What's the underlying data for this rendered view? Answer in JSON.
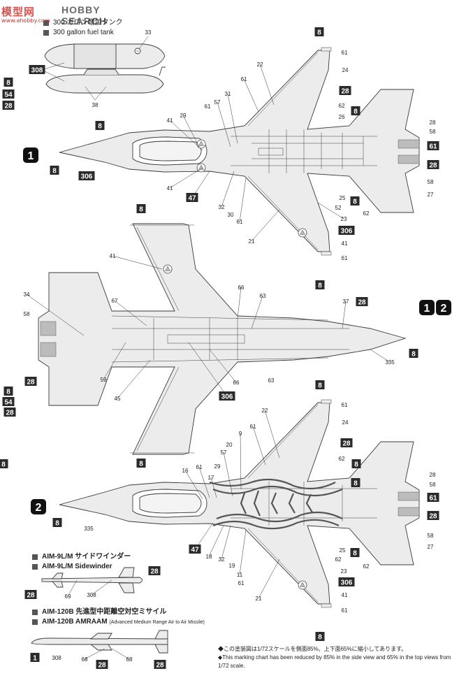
{
  "watermark": {
    "logo": "模型网",
    "search": "HOBBY SEARCH",
    "url": "www.ahobby.com"
  },
  "fuel_tank": {
    "title_jp": "300 ガロン増加タンク",
    "title_en": "300 gallon fuel tank"
  },
  "aim9": {
    "title_jp": "AIM-9L/M サイドワインダー",
    "title_en": "AIM-9L/M Sidewinder"
  },
  "aim120": {
    "title_jp": "AIM-120B 先進型中距離空対空ミサイル",
    "title_en": "AIM-120B AMRAAM",
    "subtitle": "(Advanced Medium Range Air to Air Missile)"
  },
  "note": {
    "jp": "◆この塗装図は1/72スケールを側面85%、上下面65%に縮小してあります。",
    "en": "◆This marking chart has been reduced by 85% in the side view and 65% in the top views from 1/72 scale."
  },
  "colors": {
    "fill": "#ececec",
    "stroke": "#3a3a3a",
    "box": "#2b2b2b",
    "tiger": "#555555"
  },
  "version_markers": [
    {
      "id": "1",
      "label": "1"
    },
    {
      "id": "2",
      "label": "2"
    },
    {
      "id": "12",
      "label": "1 2"
    }
  ],
  "callouts": [
    {
      "text": "33"
    },
    {
      "text": "308",
      "boxed": true
    },
    {
      "text": "38"
    },
    {
      "text": "8",
      "boxed": true
    },
    {
      "text": "61"
    },
    {
      "text": "22"
    },
    {
      "text": "24"
    },
    {
      "text": "61"
    },
    {
      "text": "31"
    },
    {
      "text": "28",
      "boxed": true
    },
    {
      "text": "57"
    },
    {
      "text": "61"
    },
    {
      "text": "62"
    },
    {
      "text": "29"
    },
    {
      "text": "26"
    },
    {
      "text": "41"
    },
    {
      "text": "8",
      "boxed": true
    },
    {
      "text": "28"
    },
    {
      "text": "58"
    },
    {
      "text": "8",
      "boxed": true
    },
    {
      "text": "61",
      "boxed": true
    },
    {
      "text": "28",
      "boxed": true
    },
    {
      "text": "8",
      "boxed": true
    },
    {
      "text": "306",
      "boxed": true
    },
    {
      "text": "41"
    },
    {
      "text": "47",
      "boxed": true
    },
    {
      "text": "25"
    },
    {
      "text": "58"
    },
    {
      "text": "27"
    },
    {
      "text": "8",
      "boxed": true
    },
    {
      "text": "32"
    },
    {
      "text": "30"
    },
    {
      "text": "52"
    },
    {
      "text": "62"
    },
    {
      "text": "61"
    },
    {
      "text": "23"
    },
    {
      "text": "21"
    },
    {
      "text": "306",
      "boxed": true
    },
    {
      "text": "41"
    },
    {
      "text": "61"
    },
    {
      "text": "8",
      "boxed": true
    },
    {
      "text": "8",
      "boxed": true
    },
    {
      "text": "41"
    },
    {
      "text": "34"
    },
    {
      "text": "66"
    },
    {
      "text": "63"
    },
    {
      "text": "58"
    },
    {
      "text": "67"
    },
    {
      "text": "37"
    },
    {
      "text": "28",
      "boxed": true
    },
    {
      "text": "8",
      "boxed": true
    },
    {
      "text": "335"
    },
    {
      "text": "28",
      "boxed": true
    },
    {
      "text": "59"
    },
    {
      "text": "66"
    },
    {
      "text": "63"
    },
    {
      "text": "45"
    },
    {
      "text": "306",
      "boxed": true
    },
    {
      "text": "8",
      "boxed": true
    },
    {
      "text": "8",
      "boxed": true
    },
    {
      "text": "61"
    },
    {
      "text": "22"
    },
    {
      "text": "24"
    },
    {
      "text": "61"
    },
    {
      "text": "9"
    },
    {
      "text": "28",
      "boxed": true
    },
    {
      "text": "57"
    },
    {
      "text": "20"
    },
    {
      "text": "62"
    },
    {
      "text": "16"
    },
    {
      "text": "61"
    },
    {
      "text": "17"
    },
    {
      "text": "29"
    },
    {
      "text": "8",
      "boxed": true
    },
    {
      "text": "28"
    },
    {
      "text": "58"
    },
    {
      "text": "8",
      "boxed": true
    },
    {
      "text": "61",
      "boxed": true
    },
    {
      "text": "28",
      "boxed": true
    },
    {
      "text": "8",
      "boxed": true
    },
    {
      "text": "335"
    },
    {
      "text": "47",
      "boxed": true
    },
    {
      "text": "18"
    },
    {
      "text": "32"
    },
    {
      "text": "19"
    },
    {
      "text": "11"
    },
    {
      "text": "61"
    },
    {
      "text": "25"
    },
    {
      "text": "58"
    },
    {
      "text": "27"
    },
    {
      "text": "8",
      "boxed": true
    },
    {
      "text": "62"
    },
    {
      "text": "62"
    },
    {
      "text": "23"
    },
    {
      "text": "306",
      "boxed": true
    },
    {
      "text": "21"
    },
    {
      "text": "41"
    },
    {
      "text": "61"
    },
    {
      "text": "8",
      "boxed": true
    },
    {
      "text": "28",
      "boxed": true
    },
    {
      "text": "28",
      "boxed": true
    },
    {
      "text": "69"
    },
    {
      "text": "308"
    },
    {
      "text": "1",
      "boxed": true
    },
    {
      "text": "308"
    },
    {
      "text": "68"
    },
    {
      "text": "28",
      "boxed": true
    },
    {
      "text": "68"
    },
    {
      "text": "28",
      "boxed": true
    }
  ],
  "edge_callouts": [
    {
      "text": "8"
    },
    {
      "text": "54"
    },
    {
      "text": "28"
    },
    {
      "text": "8"
    },
    {
      "text": "54"
    },
    {
      "text": "28"
    },
    {
      "text": "8"
    }
  ]
}
